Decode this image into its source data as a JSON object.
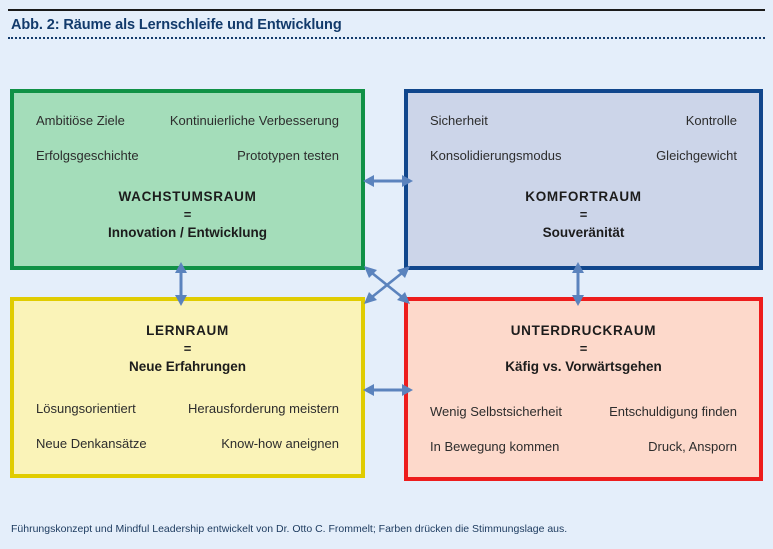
{
  "figure": {
    "title": "Abb. 2: Räume als Lernschleife und Entwicklung",
    "footer_note": "Führungskonzept und Mindful Leadership entwickelt von Dr. Otto C. Frommelt; Farben drücken die Stimmungslage aus."
  },
  "colors": {
    "page_background": "#e4eefa",
    "title_text": "#123a6b",
    "arrow": "#5b83bd",
    "growth_border": "#109146",
    "growth_fill": "#a4ddba",
    "comfort_border": "#10468c",
    "comfort_fill": "#ccd5e9",
    "learning_border": "#e0cc00",
    "learning_fill": "#faf3b8",
    "pressure_border": "#ed1c1c",
    "pressure_fill": "#fdd9cb"
  },
  "rooms": {
    "growth": {
      "name": "WACHSTUMSRAUM",
      "equals": "=",
      "meaning": "Innovation / Entwicklung",
      "attributes": [
        {
          "left": "Ambitiöse Ziele",
          "right": "Kontinuierliche Verbesserung"
        },
        {
          "left": "Erfolgsgeschichte",
          "right": "Prototypen testen"
        }
      ]
    },
    "comfort": {
      "name": "KOMFORTRAUM",
      "equals": "=",
      "meaning": "Souveränität",
      "attributes": [
        {
          "left": "Sicherheit",
          "right": "Kontrolle"
        },
        {
          "left": "Konsolidierungsmodus",
          "right": "Gleichgewicht"
        }
      ]
    },
    "learning": {
      "name": "LERNRAUM",
      "equals": "=",
      "meaning": "Neue Erfahrungen",
      "attributes": [
        {
          "left": "Lösungsorientiert",
          "right": "Herausforderung meistern"
        },
        {
          "left": "Neue Denkansätze",
          "right": "Know-how aneignen"
        }
      ]
    },
    "pressure": {
      "name": "UNTERDRUCKRAUM",
      "equals": "=",
      "meaning": "Käfig vs. Vorwärtsgehen",
      "attributes": [
        {
          "left": "Wenig Selbstsicherheit",
          "right": "Entschuldigung finden"
        },
        {
          "left": "In Bewegung kommen",
          "right": "Druck, Ansporn"
        }
      ]
    }
  },
  "connectors": {
    "top_horizontal": "double-arrow-horizontal-icon",
    "bottom_horizontal": "double-arrow-horizontal-icon",
    "left_vertical": "double-arrow-vertical-icon",
    "right_vertical": "double-arrow-vertical-icon",
    "center_cross": "double-arrow-diagonal-cross-icon"
  }
}
